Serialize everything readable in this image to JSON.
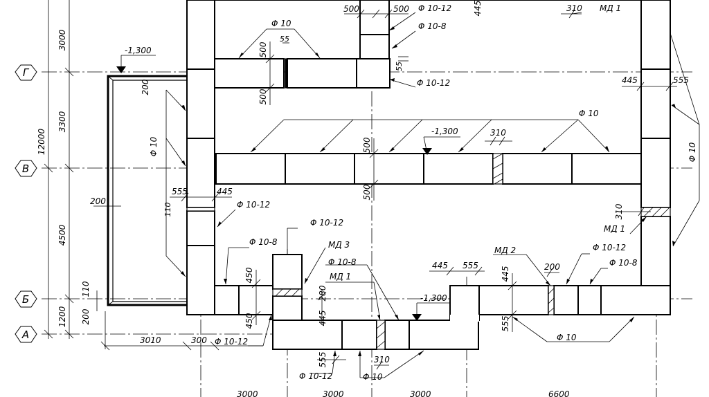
{
  "axes": {
    "G": "Г",
    "V": "В",
    "B": "Б",
    "A": "А"
  },
  "dims_vertical": {
    "d3000": "3000",
    "d3300": "3300",
    "d12000": "12000",
    "d4500": "4500",
    "d1200": "1200",
    "d110": "110",
    "d200a": "200",
    "d200b": "200",
    "d200c": "200",
    "d110b": "110"
  },
  "dims_bottom": {
    "d3010": "3010",
    "d300": "300",
    "b1": "3000",
    "b2": "3000",
    "b3": "3000",
    "b4": "6600"
  },
  "labels": {
    "level_left": "-1,300",
    "level_mid": "-1,300",
    "level_bottom": "-1,300",
    "f10_top": "Φ 10",
    "f10_12_top": "Φ 10-12",
    "f10_8_top": "Φ 10-8",
    "f10_12_top2": "Φ 10-12",
    "md1_top": "МД 1",
    "f10_left": "Φ 10",
    "f10_mid": "Φ 10",
    "f10_right": "Φ 10",
    "f10_12_mid": "Φ 10-12",
    "md1_right": "МД 1",
    "f10_12_box": "Φ 10-12",
    "f10_8_left": "Φ 10-8",
    "md3": "МД 3",
    "f10_8_mid": "Φ 10-8",
    "md1_mid": "МД 1",
    "md2": "МД 2",
    "f10_12_r": "Φ 10-12",
    "f10_8_r": "Φ 10-8",
    "f10_12_bl": "Φ 10-12",
    "f10_12_bb": "Φ 10-12",
    "f10_bb": "Φ 10",
    "f10_br": "Φ 10"
  },
  "dims_inner": {
    "d500a": "500",
    "d500b": "500",
    "d445top": "445",
    "d310top": "310",
    "d500c": "500",
    "d55a": "55",
    "d55b": "55",
    "d500d": "500",
    "d445r": "445",
    "d555r": "555",
    "d310m": "310",
    "d500e": "500",
    "d500f": "500",
    "d555l": "555",
    "d445l": "445",
    "d310r": "310",
    "d450a": "450",
    "d450b": "450",
    "d280": "280",
    "d445b": "445",
    "d555b": "555",
    "d310b": "310",
    "d445m": "445",
    "d555m": "555",
    "d445v": "445",
    "d555v": "555",
    "d200m": "200"
  }
}
